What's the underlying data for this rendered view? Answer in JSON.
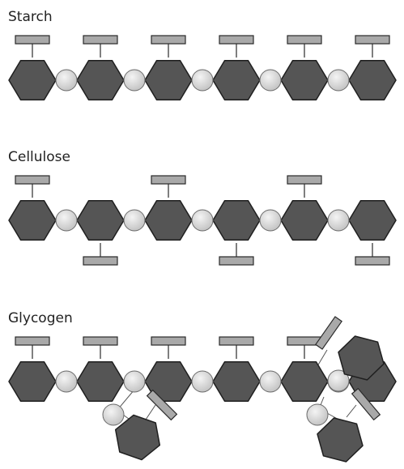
{
  "sections": {
    "starch": {
      "title": "Starch"
    },
    "cellulose": {
      "title": "Cellulose"
    },
    "glycogen": {
      "title": "Glycogen"
    }
  },
  "colors": {
    "hexagon_fill": "#555555",
    "bead_fill": "#d6d6d6",
    "bead_highlight": "#f2f2f2",
    "side_group_fill": "#a9a9a9",
    "background": "#ffffff"
  }
}
